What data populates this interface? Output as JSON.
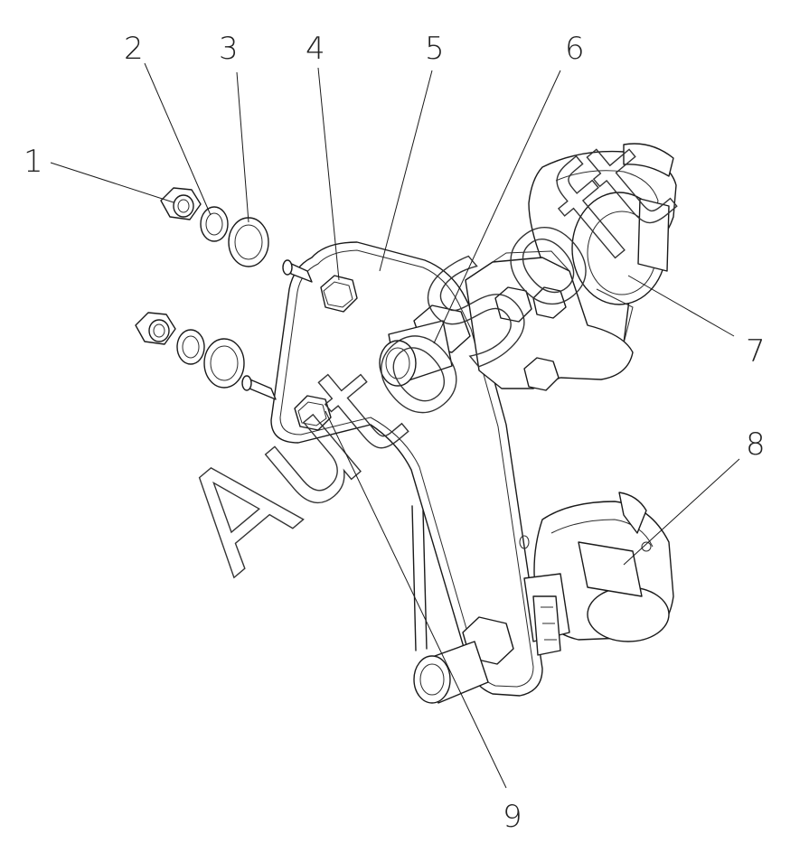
{
  "callouts": [
    {
      "id": "1",
      "label": "1"
    },
    {
      "id": "2",
      "label": "2"
    },
    {
      "id": "3",
      "label": "3"
    },
    {
      "id": "4",
      "label": "4"
    },
    {
      "id": "5",
      "label": "5"
    },
    {
      "id": "6",
      "label": "6"
    },
    {
      "id": "7",
      "label": "7"
    },
    {
      "id": "8",
      "label": "8"
    },
    {
      "id": "9",
      "label": "9"
    }
  ],
  "watermark": "AutoSoft",
  "colors": {
    "ink": "#1a1a1a",
    "background": "#ffffff"
  }
}
